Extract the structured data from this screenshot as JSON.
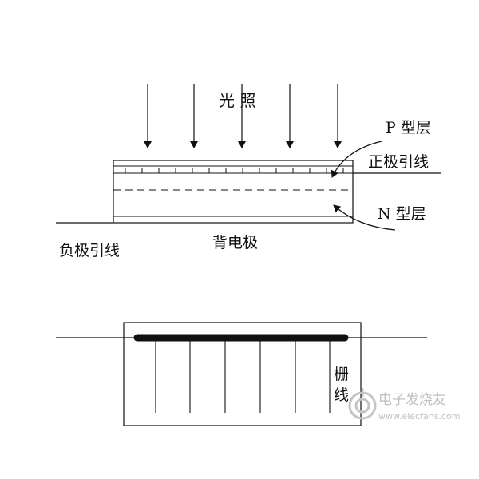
{
  "top_diagram": {
    "light_label": "光 照",
    "p_layer_label": "P 型层",
    "positive_lead_label": "正极引线",
    "n_layer_label": "N 型层",
    "negative_lead_label": "负极引线",
    "back_electrode_label": "背电极"
  },
  "bottom_diagram": {
    "grid_line_label_1": "栅",
    "grid_line_label_2": "线"
  },
  "watermark": {
    "title": "电子发烧友",
    "url": "www.elecfans.com"
  }
}
